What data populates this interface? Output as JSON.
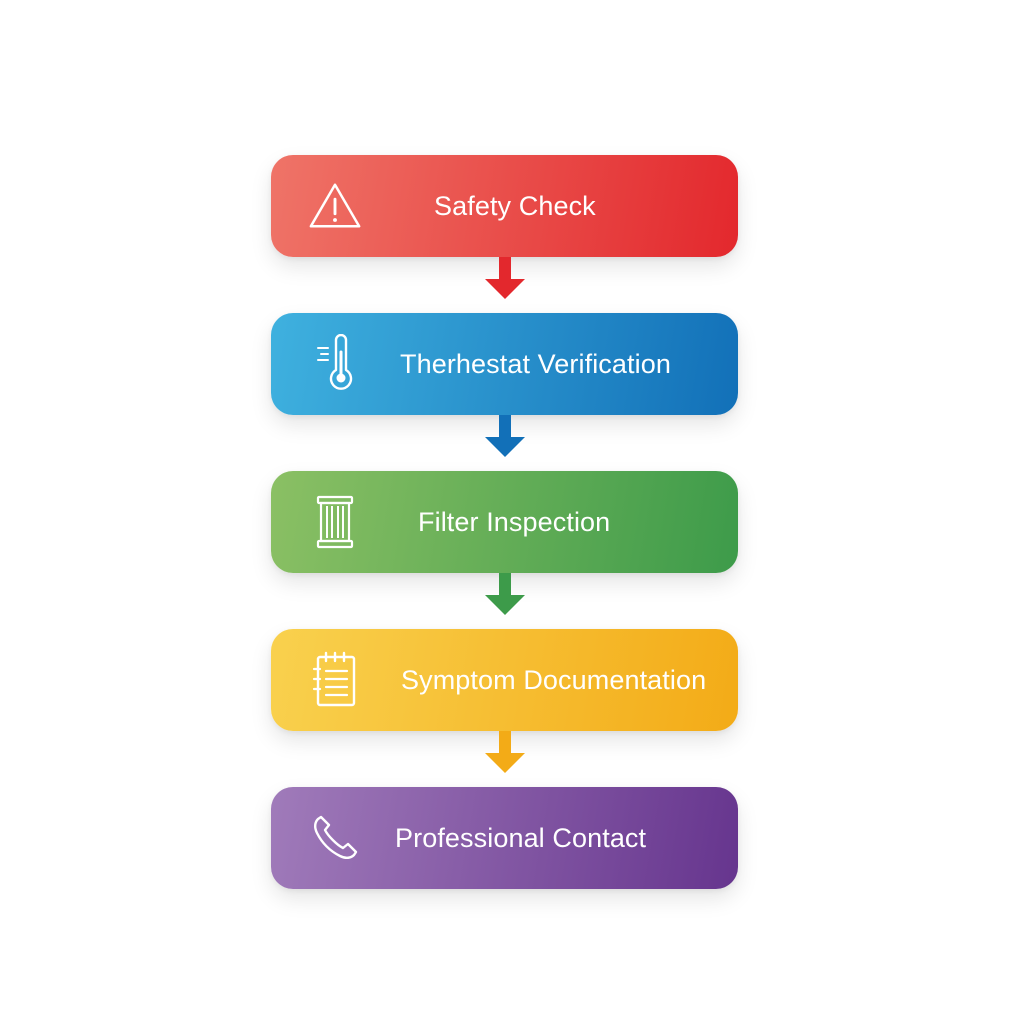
{
  "steps": [
    {
      "label": "Safety Check",
      "icon": "warning-triangle-icon",
      "color_start": "#EF7468",
      "color_end": "#E3282D"
    },
    {
      "label": "Therhestat Verification",
      "icon": "thermometer-icon",
      "color_start": "#3FB1DF",
      "color_end": "#1270B8"
    },
    {
      "label": "Filter Inspection",
      "icon": "air-filter-icon",
      "color_start": "#8BC064",
      "color_end": "#3D9B4A"
    },
    {
      "label": "Symptom Documentation",
      "icon": "notepad-icon",
      "color_start": "#F9D14E",
      "color_end": "#F3AB17"
    },
    {
      "label": "Professional Contact",
      "icon": "phone-icon",
      "color_start": "#A07BBA",
      "color_end": "#66358E"
    }
  ]
}
